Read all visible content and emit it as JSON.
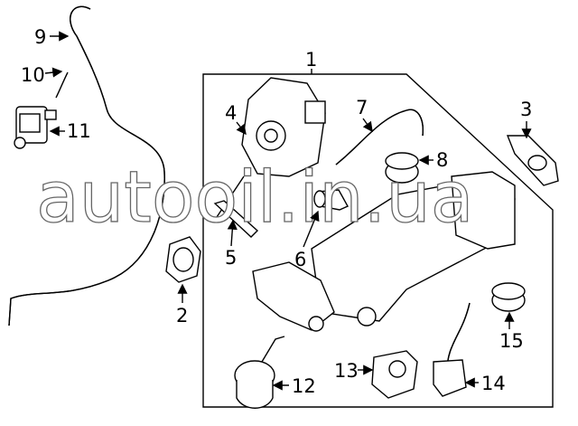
{
  "watermark": "autooil.in.ua",
  "callouts": {
    "c1": "1",
    "c2": "2",
    "c3": "3",
    "c4": "4",
    "c5": "5",
    "c6": "6",
    "c7": "7",
    "c8": "8",
    "c9": "9",
    "c10": "10",
    "c11": "11",
    "c12": "12",
    "c13": "13",
    "c14": "14",
    "c15": "15"
  }
}
